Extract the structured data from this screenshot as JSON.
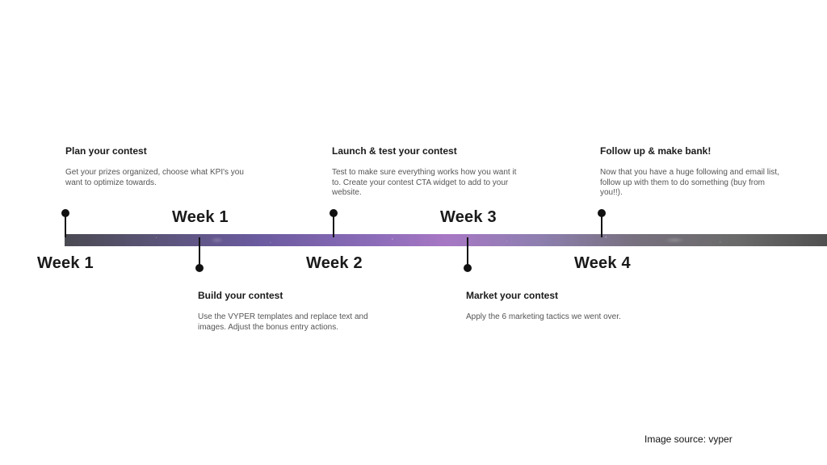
{
  "timeline": {
    "upper_week_labels": [
      "Week 1",
      "Week 3"
    ],
    "lower_week_labels": [
      "Week 1",
      "Week 2",
      "Week 4"
    ],
    "milestones_top": [
      {
        "title": "Plan your contest",
        "text": "Get your prizes organized, choose what KPI's you want to optimize towards."
      },
      {
        "title": "Launch & test your contest",
        "text": "Test to make sure everything works how you want it to. Create your contest CTA widget to add to your website."
      },
      {
        "title": "Follow up & make bank!",
        "text": "Now that you have a huge following and email list, follow up with them to do something (buy from you!!)."
      }
    ],
    "milestones_bottom": [
      {
        "title": "Build your contest",
        "text": "Use the VYPER templates and replace text and images. Adjust the bonus entry actions."
      },
      {
        "title": "Market your contest",
        "text": "Apply the 6 marketing tactics we went over."
      }
    ]
  },
  "footer": {
    "source": "Image source: vyper"
  }
}
